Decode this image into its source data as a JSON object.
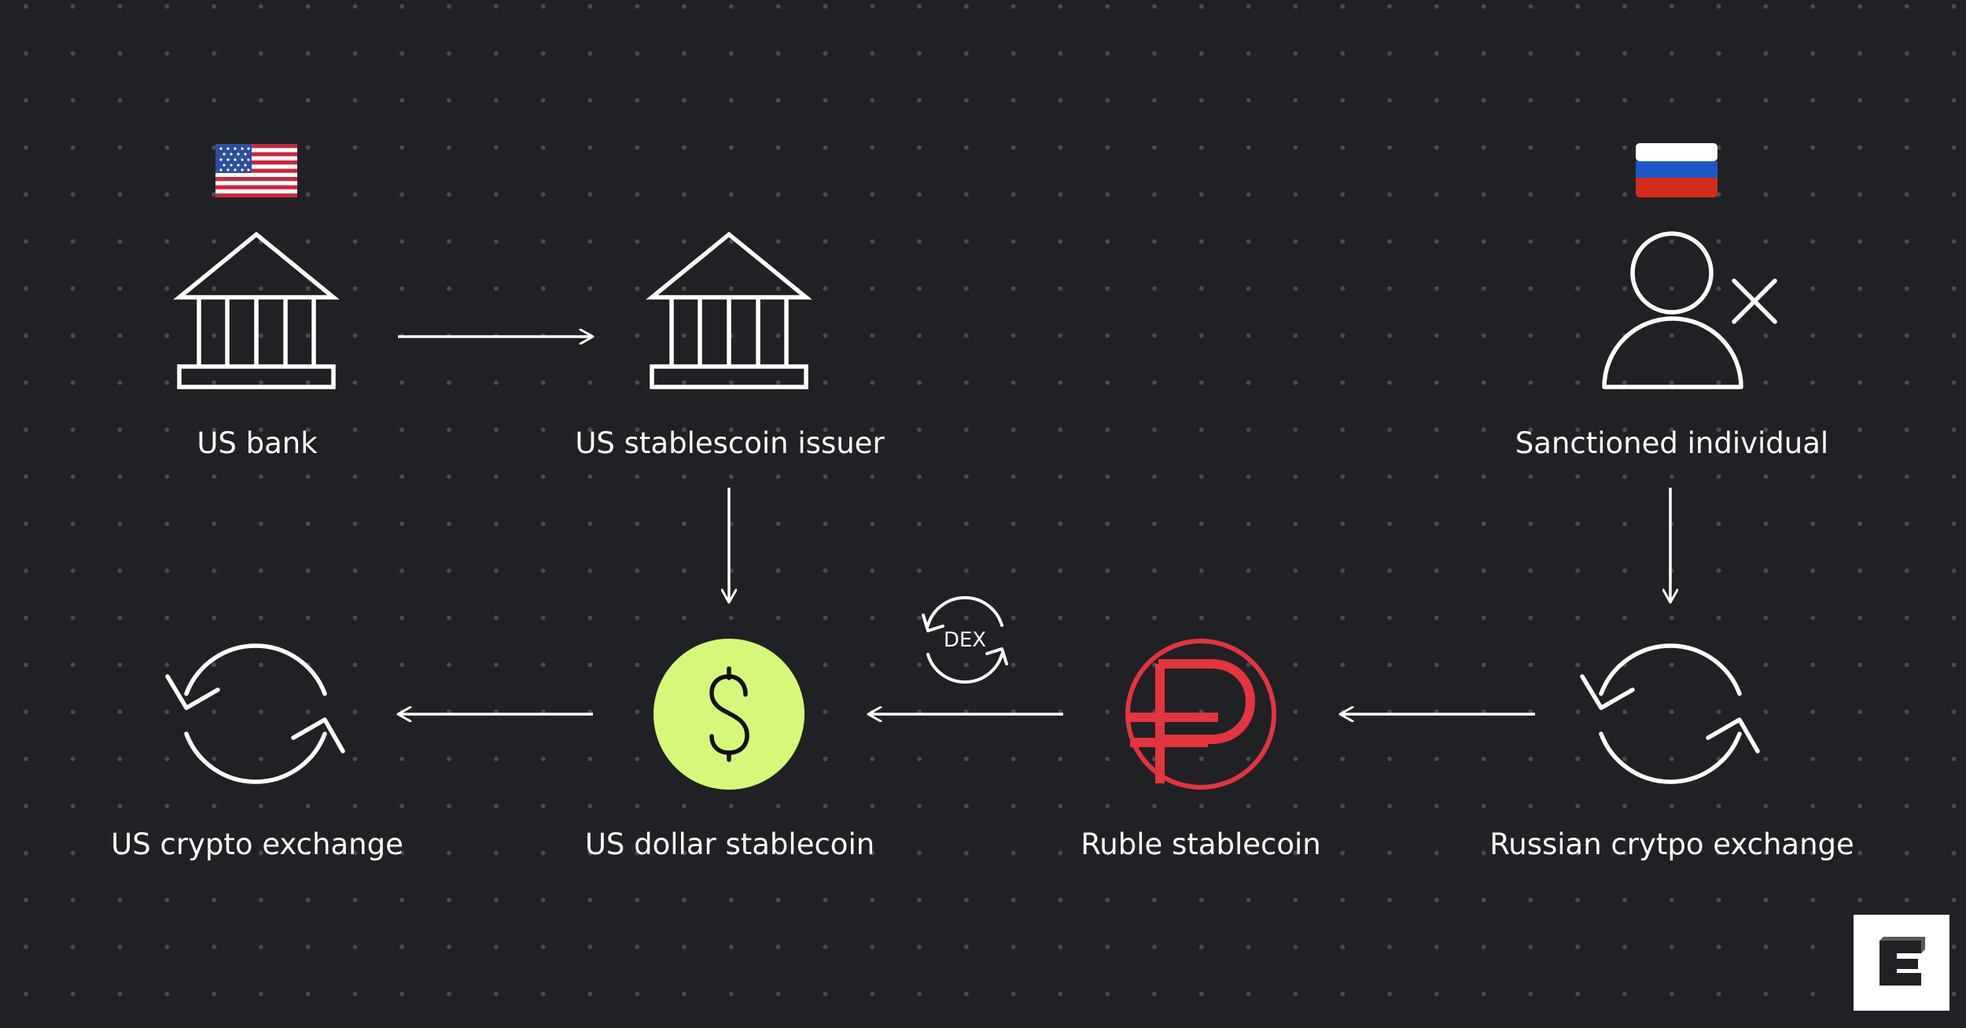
{
  "nodes": {
    "us_bank": {
      "label": "US bank",
      "icon": "bank-icon",
      "flag": "us-flag-icon"
    },
    "us_issuer": {
      "label": "US stablescoin issuer",
      "icon": "bank-icon"
    },
    "sanctioned": {
      "label": "Sanctioned individual",
      "icon": "user-blocked-icon",
      "flag": "russia-flag-icon"
    },
    "us_exchange": {
      "label": "US crypto exchange",
      "icon": "exchange-cycle-icon"
    },
    "usd_coin": {
      "label": "US dollar stablecoin",
      "icon": "dollar-coin-icon"
    },
    "ruble_coin": {
      "label": "Ruble stablecoin",
      "icon": "ruble-coin-icon"
    },
    "ru_exchange": {
      "label": "Russian crytpo exchange",
      "icon": "exchange-cycle-icon"
    }
  },
  "dex_badge": {
    "label": "DEX",
    "icon": "dex-swap-icon"
  },
  "flows": [
    {
      "from": "us_bank",
      "to": "us_issuer"
    },
    {
      "from": "us_issuer",
      "to": "usd_coin"
    },
    {
      "from": "sanctioned",
      "to": "ru_exchange"
    },
    {
      "from": "ru_exchange",
      "to": "ruble_coin"
    },
    {
      "from": "ruble_coin",
      "to": "usd_coin",
      "via": "DEX"
    },
    {
      "from": "usd_coin",
      "to": "us_exchange"
    }
  ],
  "colors": {
    "background": "#202124",
    "dot_grid": "#4a4b4f",
    "line": "#ffffff",
    "dollar_coin": "#d4f97a",
    "ruble": "#e3343f",
    "logo_bg": "#ffffff",
    "logo_fg": "#202124"
  },
  "logo": {
    "icon": "publisher-e-logo"
  }
}
